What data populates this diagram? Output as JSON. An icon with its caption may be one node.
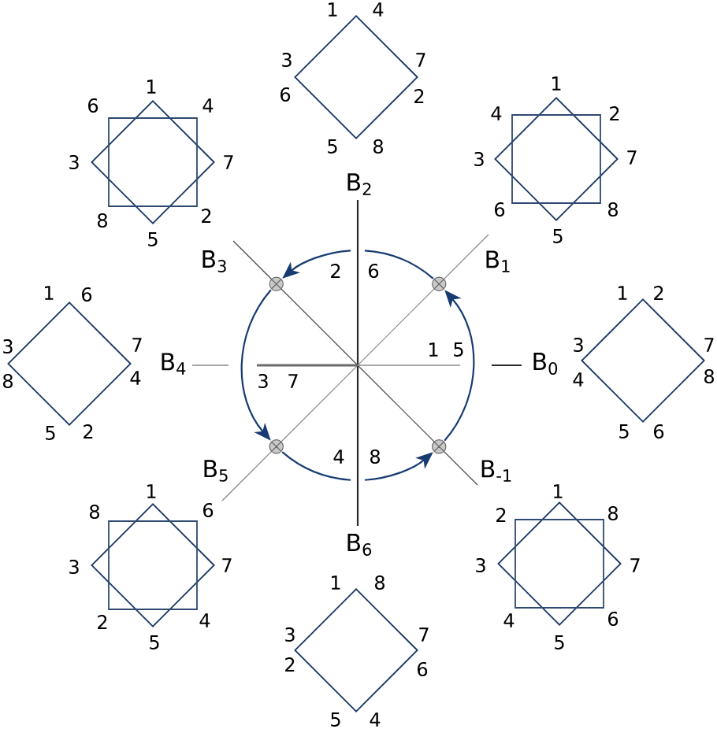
{
  "diagram": {
    "nodes": [
      {
        "text": [],
        "shape": "diamond",
        "beside": [
          "1",
          "4",
          "3",
          "7",
          "6",
          "2",
          "5",
          "8",
          "B$_{2}$"
        ]
      },
      {
        "text": [],
        "shape": "star",
        "beside": [
          "1",
          "6",
          "4",
          "3",
          "7",
          "8",
          "2",
          "5",
          "B$_{3}$"
        ]
      },
      {
        "text": [],
        "shape": "star",
        "beside": [
          "1",
          "4",
          "2",
          "3",
          "7",
          "6",
          "8",
          "5",
          "B$_{1}$"
        ]
      },
      {
        "text": [],
        "shape": "diamond",
        "beside": [
          "1",
          "6",
          "3",
          "7",
          "8",
          "4",
          "5",
          "2",
          "B$_{4}$"
        ]
      },
      {
        "text": [],
        "shape": "diamond",
        "beside": [
          "1",
          "2",
          "3",
          "7",
          "4",
          "8",
          "5",
          "6",
          "B$_{0}$"
        ]
      },
      {
        "text": [],
        "shape": "star",
        "beside": [
          "1",
          "8",
          "6",
          "3",
          "7",
          "2",
          "4",
          "5",
          "B$_{5}$"
        ]
      },
      {
        "text": [],
        "shape": "star",
        "beside": [
          "1",
          "2",
          "8",
          "3",
          "7",
          "4",
          "6",
          "5",
          "B$_{-1}$"
        ]
      },
      {
        "text": [],
        "shape": "diamond",
        "beside": [
          "1",
          "8",
          "3",
          "7",
          "2",
          "6",
          "5",
          "4",
          "B$_{6}$"
        ]
      }
    ],
    "labels": [
      "2",
      "6",
      "1",
      "5",
      "3",
      "7",
      "4",
      "8"
    ]
  }
}
